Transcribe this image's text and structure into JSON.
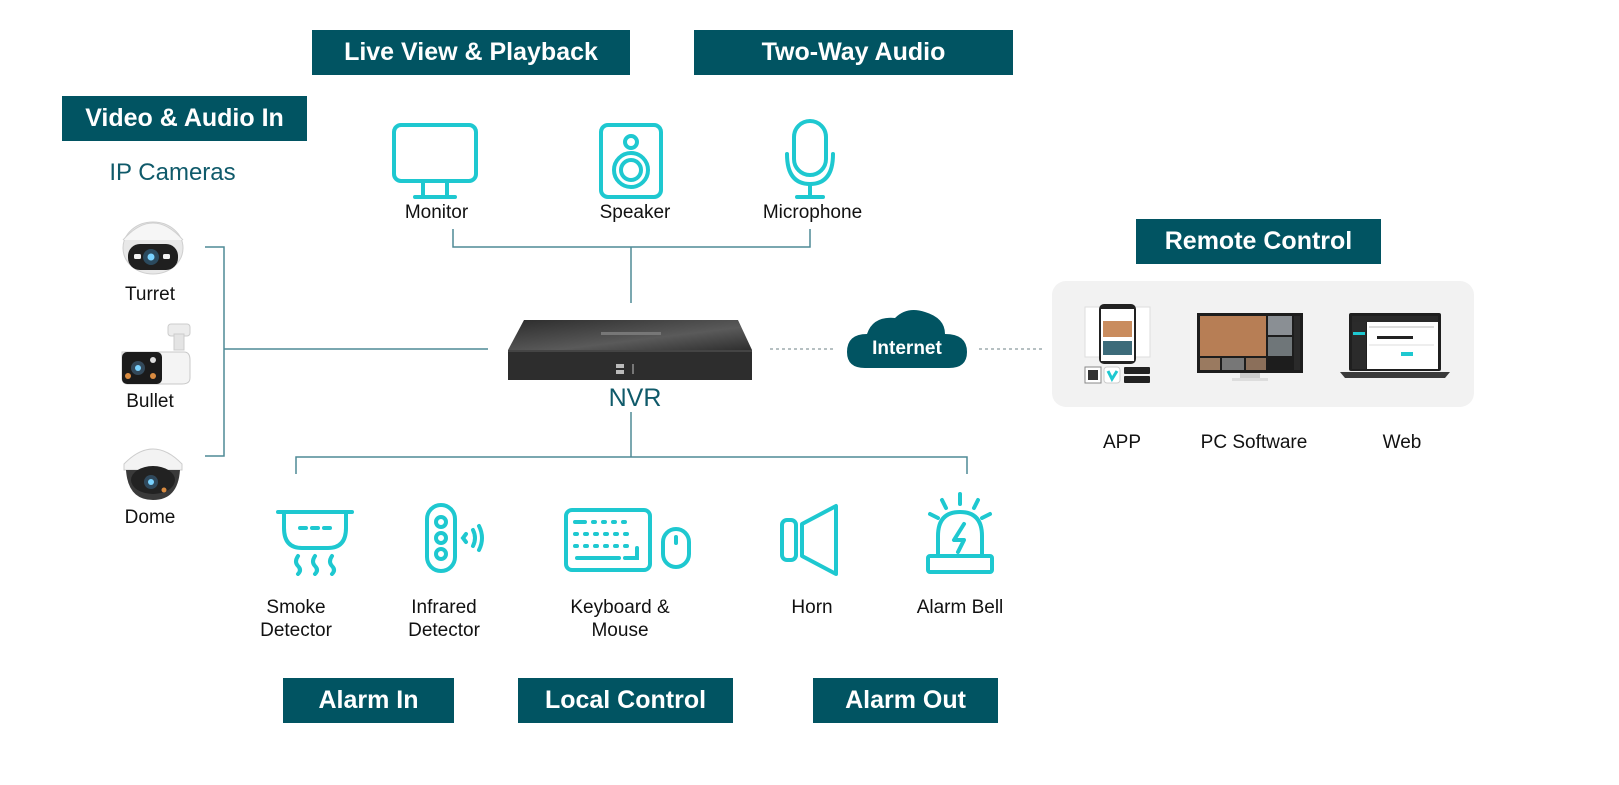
{
  "tags": {
    "video_audio_in": "Video & Audio In",
    "live_view": "Live View & Playback",
    "two_way_audio": "Two-Way Audio",
    "remote_control": "Remote Control",
    "alarm_in": "Alarm In",
    "local_control": "Local Control",
    "alarm_out": "Alarm Out"
  },
  "cameras": {
    "heading": "IP Cameras",
    "items": [
      {
        "label": "Turret",
        "icon": "turret-camera"
      },
      {
        "label": "Bullet",
        "icon": "bullet-camera"
      },
      {
        "label": "Dome",
        "icon": "dome-camera"
      }
    ]
  },
  "output_devices": [
    {
      "label": "Monitor",
      "icon": "monitor-icon"
    },
    {
      "label": "Speaker",
      "icon": "speaker-icon"
    },
    {
      "label": "Microphone",
      "icon": "microphone-icon"
    }
  ],
  "center": {
    "label": "NVR",
    "internet": "Internet"
  },
  "remote": [
    {
      "label": "APP",
      "icon": "mobile-app"
    },
    {
      "label": "PC Software",
      "icon": "pc-software"
    },
    {
      "label": "Web",
      "icon": "web-interface"
    }
  ],
  "bottom_devices": [
    {
      "label": "Smoke\nDetector",
      "line1": "Smoke",
      "line2": "Detector",
      "icon": "smoke-detector-icon"
    },
    {
      "label": "Infrared Detector",
      "line1": "Infrared",
      "line2": "Detector",
      "icon": "infrared-detector-icon"
    },
    {
      "label": "Keyboard & Mouse",
      "line1": "Keyboard &",
      "line2": "Mouse",
      "icon": "keyboard-mouse-icon"
    },
    {
      "label": "Horn",
      "line1": "Horn",
      "line2": "",
      "icon": "horn-icon"
    },
    {
      "label": "Alarm Bell",
      "line1": "Alarm Bell",
      "line2": "",
      "icon": "alarm-bell-icon"
    }
  ],
  "colors": {
    "brand": "#015462",
    "icon": "#1ec8d0",
    "line": "#4f8a96"
  }
}
